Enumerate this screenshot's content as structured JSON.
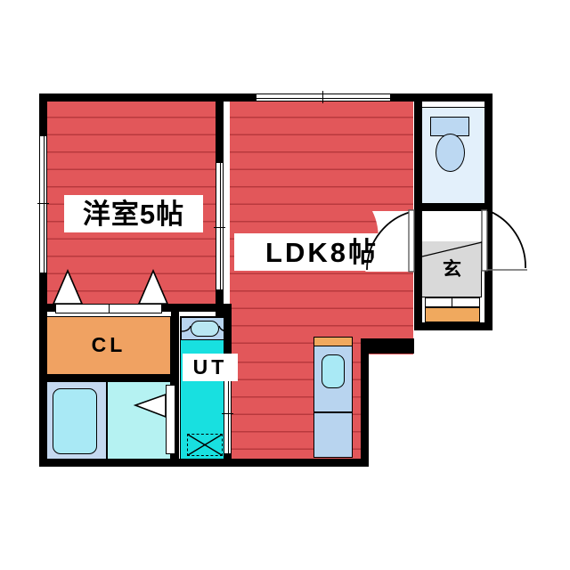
{
  "plan": {
    "type": "apartment-floor-plan",
    "background_color": "#ffffff",
    "wall_color": "#000000",
    "wood_floor_color": "#e2575a",
    "closet_color": "#f0a262",
    "utility_color": "#18e0e0",
    "bath_color": "#b5f2f2",
    "tub_color": "#a9e9f5",
    "toilet_color": "#e3f0fb",
    "genkan_color": "#d9d9d9",
    "kitchen_color": "#b8d4ef"
  },
  "rooms": {
    "bedroom": {
      "label": "洋室5帖",
      "name": "western-style-room",
      "size": "5帖"
    },
    "ldk": {
      "label": "LDK8帖",
      "name": "living-dining-kitchen",
      "size": "8帖"
    },
    "closet": {
      "label": "CL",
      "name": "closet"
    },
    "utility": {
      "label": "UT",
      "name": "utility-room"
    },
    "genkan": {
      "label": "玄",
      "name": "entrance"
    },
    "bathroom": {
      "label": "",
      "name": "bathroom"
    },
    "toilet": {
      "label": "",
      "name": "toilet"
    },
    "hall": {
      "label": "",
      "name": "hallway"
    }
  },
  "fixtures": {
    "toilet_unit": "toilet-fixture",
    "bathtub": "bathtub-fixture",
    "washbasin": "washbasin-fixture",
    "washer_space": "washing-machine-space",
    "kitchen_sink": "kitchen-sink-unit",
    "kitchen_cabinet": "kitchen-upper-cabinet",
    "shoe_cabinet": "shoe-cabinet"
  },
  "openings": {
    "bedroom_window": "bedroom-sliding-window",
    "ldk_window": "ldk-sliding-window",
    "bedroom_ldk_door": "bedroom-ldk-sliding-door",
    "closet_doors": "closet-folding-doors",
    "bath_door": "bathroom-folding-door",
    "utility_door": "utility-sliding-door",
    "entrance_door": "entrance-swing-door",
    "hall_door": "hall-swing-door"
  }
}
